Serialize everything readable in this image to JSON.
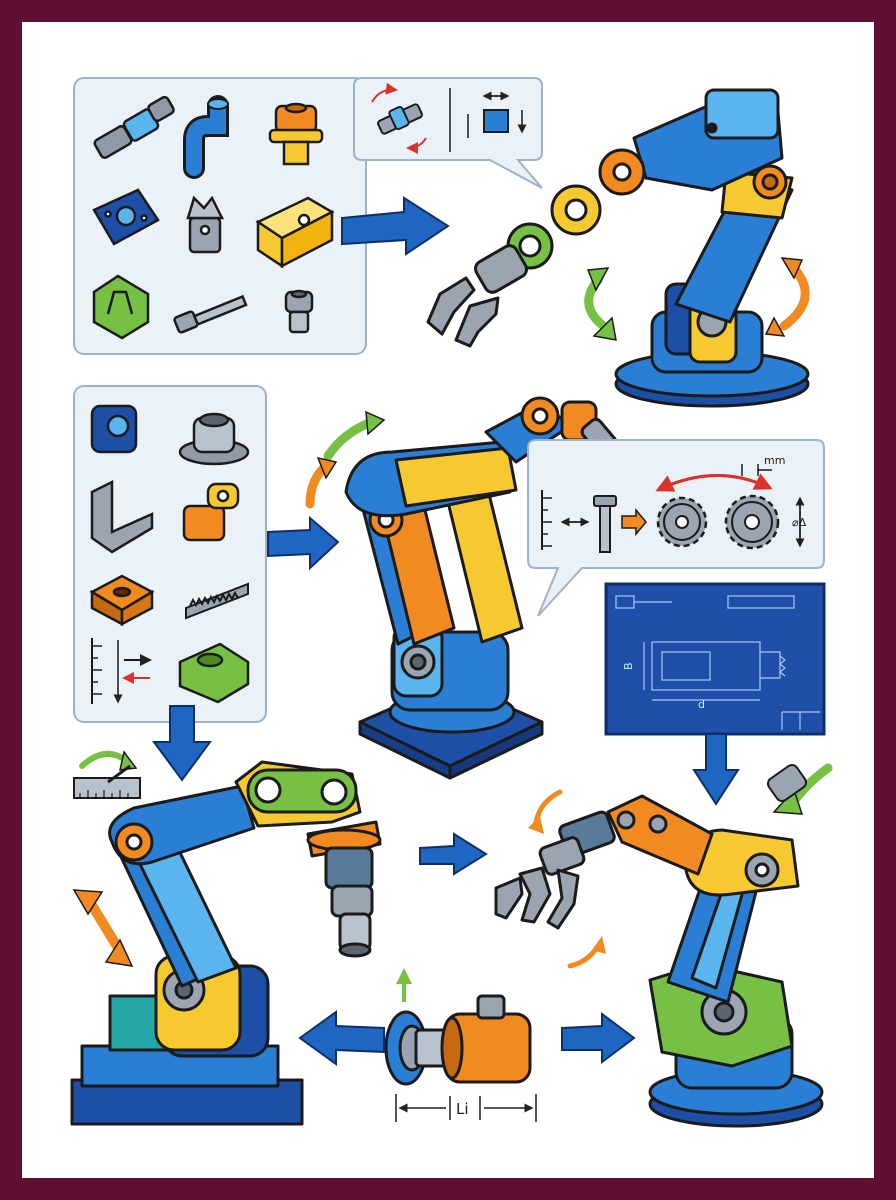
{
  "labels": {
    "units_mm": "mm",
    "diameter_symbol": "⌀Δ",
    "length_label": "Li",
    "blueprint_height": "B",
    "blueprint_depth": "d"
  },
  "colors": {
    "frame": "#5f0f33",
    "blue": "#2a7fd4",
    "blue_light": "#5ab4ee",
    "blue_dark": "#1d4fa6",
    "yellow": "#f7c930",
    "orange": "#f28a22",
    "green": "#76c043",
    "gray": "#9aa5b1",
    "panel_bg": "#eaf2f8",
    "panel_border": "#9fb3c8",
    "arrow_blue": "#1f66c2",
    "blueprint_bg": "#1f4fa8"
  },
  "icons": [
    "universal-joint-icon",
    "pipe-elbow-icon",
    "flanged-nut-icon",
    "mounting-plate-icon",
    "clevis-icon",
    "rect-block-icon",
    "angle-bracket-icon",
    "bolt-icon",
    "nut-icon",
    "pillow-block-icon",
    "flange-mount-icon",
    "l-bracket-icon",
    "hinge-icon",
    "square-nut-icon",
    "gear-rack-icon",
    "ruler-icon",
    "offset-block-icon",
    "gear-icon",
    "protractor-icon",
    "coupling-icon",
    "gripper-icon"
  ]
}
